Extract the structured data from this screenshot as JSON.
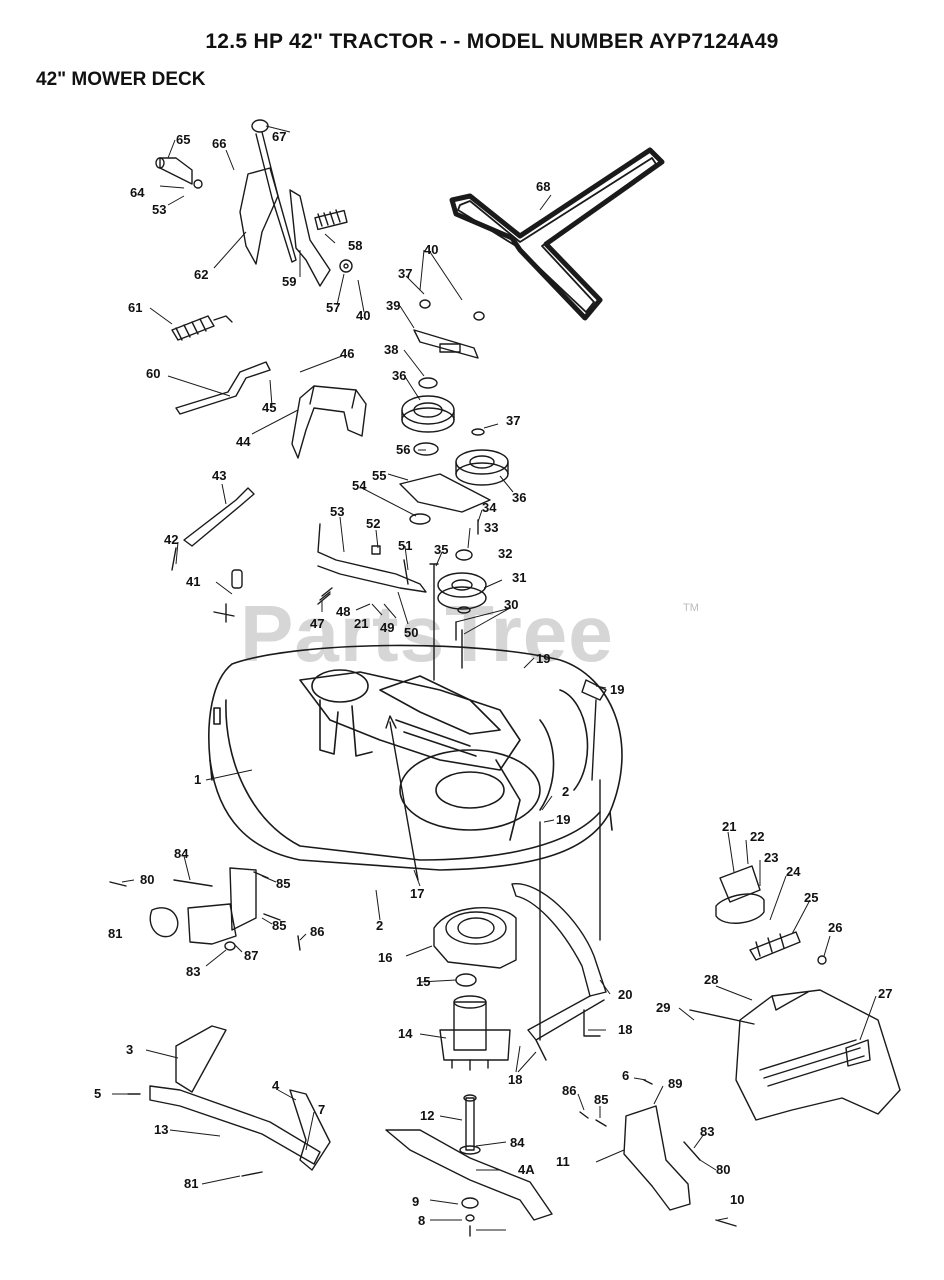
{
  "header": {
    "title": "12.5 HP 42\" TRACTOR - - MODEL NUMBER AYP7124A49",
    "section": "42\" MOWER DECK"
  },
  "watermark": {
    "text": "PartsTree",
    "trademark": "TM"
  },
  "callouts": [
    "65",
    "66",
    "67",
    "64",
    "53",
    "68",
    "62",
    "58",
    "59",
    "57",
    "40",
    "40",
    "37",
    "39",
    "61",
    "38",
    "46",
    "36",
    "60",
    "45",
    "44",
    "37",
    "56",
    "55",
    "36",
    "54",
    "43",
    "34",
    "53",
    "52",
    "33",
    "35",
    "51",
    "32",
    "42",
    "31",
    "41",
    "30",
    "47",
    "48",
    "21",
    "49",
    "50",
    "19",
    "19",
    "1",
    "2",
    "19",
    "17",
    "21",
    "22",
    "80",
    "84",
    "85",
    "23",
    "24",
    "81",
    "85",
    "86",
    "2",
    "25",
    "26",
    "83",
    "87",
    "16",
    "15",
    "20",
    "28",
    "29",
    "27",
    "3",
    "14",
    "18",
    "18",
    "5",
    "4",
    "7",
    "86",
    "85",
    "89",
    "6",
    "13",
    "12",
    "84",
    "83",
    "11",
    "4A",
    "81",
    "80",
    "10",
    "9",
    "8"
  ]
}
